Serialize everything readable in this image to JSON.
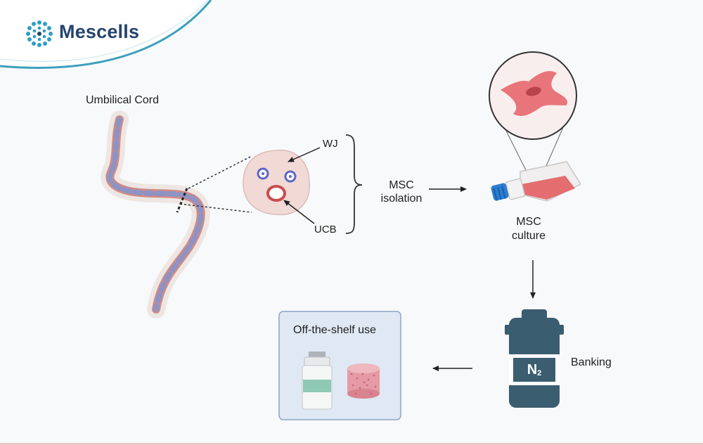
{
  "logo": {
    "name": "Mescells",
    "icon": "mescells-logo-icon"
  },
  "labels": {
    "umbilical_cord": "Umbilical Cord",
    "wj": "WJ",
    "ucb": "UCB",
    "msc_isolation_line1": "MSC",
    "msc_isolation_line2": "isolation",
    "msc_culture_line1": "MSC",
    "msc_culture_line2": "culture",
    "banking": "Banking",
    "off_the_shelf": "Off-the-shelf use",
    "tank_n": "N",
    "tank_sub": "2"
  },
  "colors": {
    "brand": "#25446e",
    "accent": "#2f9ec6",
    "cord_pink": "#d58a82",
    "cord_blue": "#8f93c4",
    "tank": "#3b5d70",
    "box_bg": "#dfe8f3",
    "box_border": "#8aa6c6"
  }
}
